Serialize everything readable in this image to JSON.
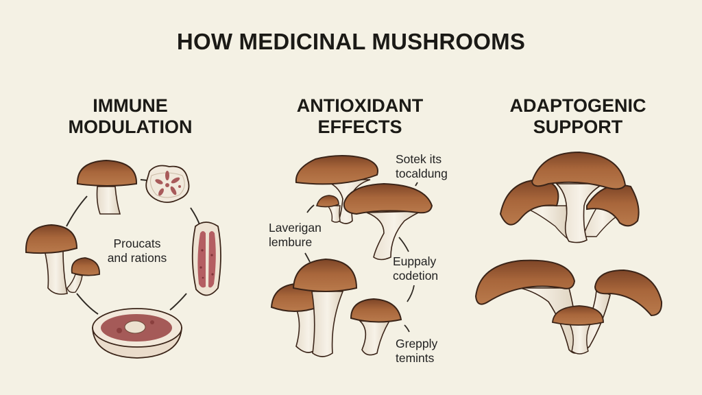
{
  "title": "HOW MEDICINAL MUSHROOMS",
  "colors": {
    "background": "#f4f1e4",
    "cap": "#a8663b",
    "cap_dark": "#7d4527",
    "cap_outline": "#3a2418",
    "stem": "#efe8da",
    "stem_line": "#b9ab98",
    "section_red": "#b05a5a",
    "text": "#1b1a16"
  },
  "columns": [
    {
      "id": "immune",
      "heading_line1": "IMMUNE",
      "heading_line2": "MODULATION",
      "center_label_line1": "Proucats",
      "center_label_line2": "and rations",
      "illustrations": [
        "mushroom-cap",
        "cross-section-slice",
        "longitudinal-section",
        "bowl-of-broth",
        "mushroom-pair"
      ]
    },
    {
      "id": "antioxidant",
      "heading_line1": "ANTIOXIDANT",
      "heading_line2": "EFFECTS",
      "labels": [
        {
          "line1": "Sotek its",
          "line2": "tocaldung"
        },
        {
          "line1": "Laverigan",
          "line2": "lembure"
        },
        {
          "line1": "Euppaly",
          "line2": "codetion"
        },
        {
          "line1": "Grepply",
          "line2": "temints"
        }
      ]
    },
    {
      "id": "adaptogenic",
      "heading_line1": "ADAPTOGENIC",
      "heading_line2": "SUPPORT",
      "illustrations": [
        "oyster-cluster-top",
        "oyster-cluster-bottom"
      ]
    }
  ]
}
